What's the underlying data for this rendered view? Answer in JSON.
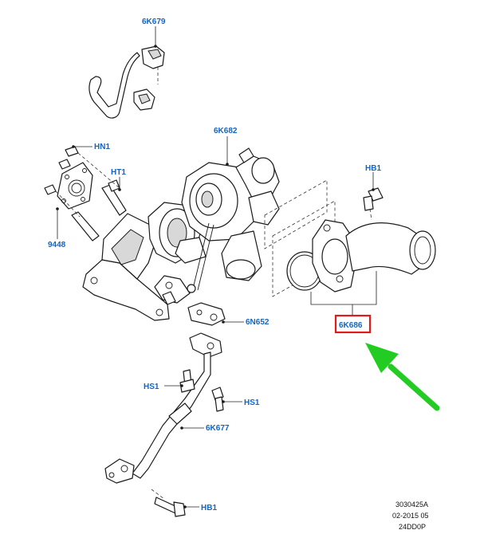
{
  "colors": {
    "label": "#1565c0",
    "line": "#1a1a1a",
    "highlight_box": "#e01b1b",
    "arrow": "#22cc22"
  },
  "callouts": {
    "part_6K679": "6K679",
    "part_HN1": "HN1",
    "part_HT1": "HT1",
    "part_9448": "9448",
    "part_6K682": "6K682",
    "part_HB1_upper": "HB1",
    "part_6K686": "6K686",
    "part_6N652": "6N652",
    "part_HS1_left": "HS1",
    "part_HS1_right": "HS1",
    "part_6K677": "6K677",
    "part_HB1_lower": "HB1"
  },
  "reference": {
    "line1": "3030425A",
    "line2": "02-2015 05",
    "line3": "24DD0P"
  },
  "highlight": {
    "part": "6K686",
    "pointer": "green-arrow"
  }
}
